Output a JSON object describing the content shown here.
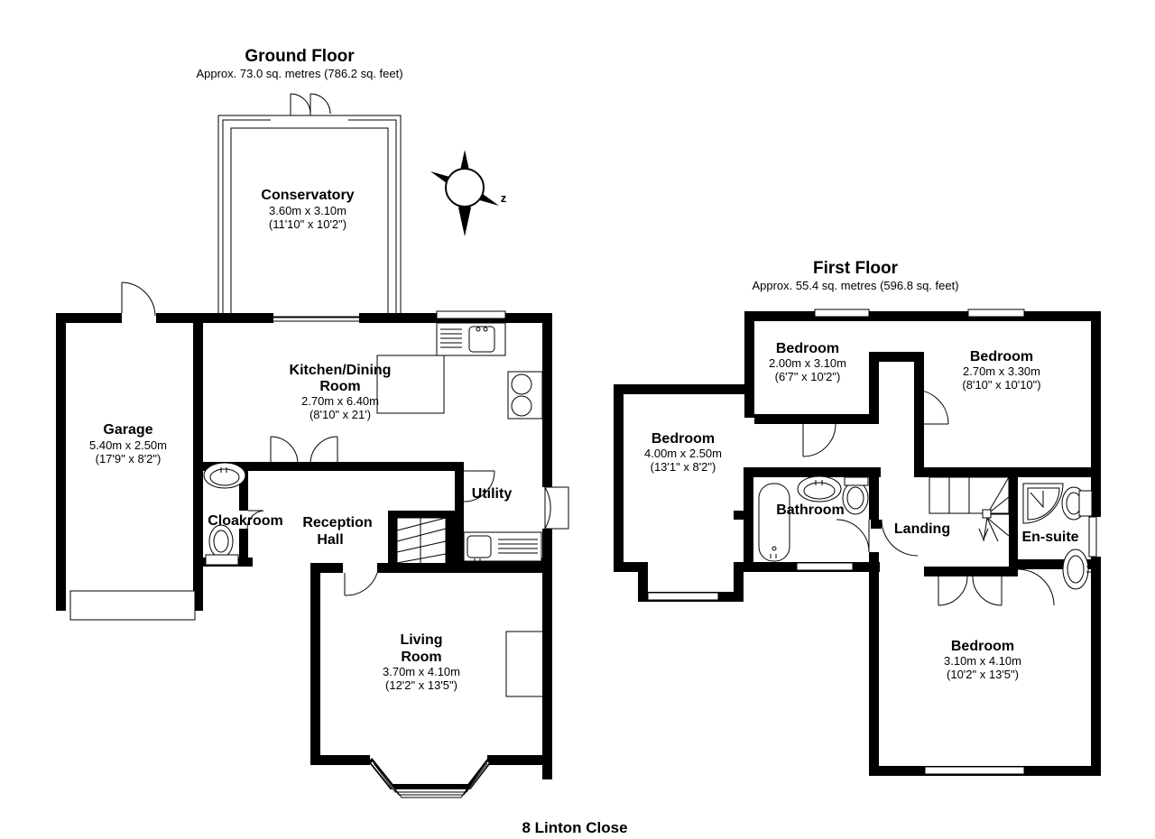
{
  "document": {
    "address": "8 Linton Close",
    "background_color": "#ffffff",
    "ink_color": "#000000"
  },
  "compass": {
    "name": "compass-rose",
    "label": "z"
  },
  "floors": [
    {
      "id": "ground-floor",
      "title": "Ground Floor",
      "area": "Approx. 73.0 sq. metres (786.2 sq. feet)",
      "rooms": [
        {
          "id": "conservatory",
          "name": "Conservatory",
          "dim_metric": "3.60m x 3.10m",
          "dim_imperial": "(11'10\" x 10'2\")"
        },
        {
          "id": "garage",
          "name": "Garage",
          "dim_metric": "5.40m x 2.50m",
          "dim_imperial": "(17'9\" x 8'2\")"
        },
        {
          "id": "kitchen-dining-room",
          "name": "Kitchen/Dining",
          "name_line2": "Room",
          "dim_metric": "2.70m x 6.40m",
          "dim_imperial": "(8'10\" x 21')"
        },
        {
          "id": "cloakroom",
          "name": "Cloakroom",
          "dim_metric": "",
          "dim_imperial": ""
        },
        {
          "id": "reception-hall",
          "name": "Reception",
          "name_line2": "Hall",
          "dim_metric": "",
          "dim_imperial": ""
        },
        {
          "id": "utility",
          "name": "Utility",
          "dim_metric": "",
          "dim_imperial": ""
        },
        {
          "id": "living-room",
          "name": "Living",
          "name_line2": "Room",
          "dim_metric": "3.70m x 4.10m",
          "dim_imperial": "(12'2\" x 13'5\")"
        }
      ]
    },
    {
      "id": "first-floor",
      "title": "First Floor",
      "area": "Approx. 55.4 sq. metres (596.8 sq. feet)",
      "rooms": [
        {
          "id": "bedroom-2",
          "name": "Bedroom",
          "dim_metric": "2.00m x 3.10m",
          "dim_imperial": "(6'7\" x 10'2\")"
        },
        {
          "id": "bedroom-3",
          "name": "Bedroom",
          "dim_metric": "2.70m x 3.30m",
          "dim_imperial": "(8'10\" x 10'10\")"
        },
        {
          "id": "bedroom-1",
          "name": "Bedroom",
          "dim_metric": "4.00m x 2.50m",
          "dim_imperial": "(13'1\" x 8'2\")"
        },
        {
          "id": "bedroom-4",
          "name": "Bedroom",
          "dim_metric": "3.10m x 4.10m",
          "dim_imperial": "(10'2\" x 13'5\")"
        },
        {
          "id": "bathroom",
          "name": "Bathroom",
          "dim_metric": "",
          "dim_imperial": ""
        },
        {
          "id": "landing",
          "name": "Landing",
          "dim_metric": "",
          "dim_imperial": ""
        },
        {
          "id": "en-suite",
          "name": "En-suite",
          "dim_metric": "",
          "dim_imperial": ""
        }
      ]
    }
  ]
}
